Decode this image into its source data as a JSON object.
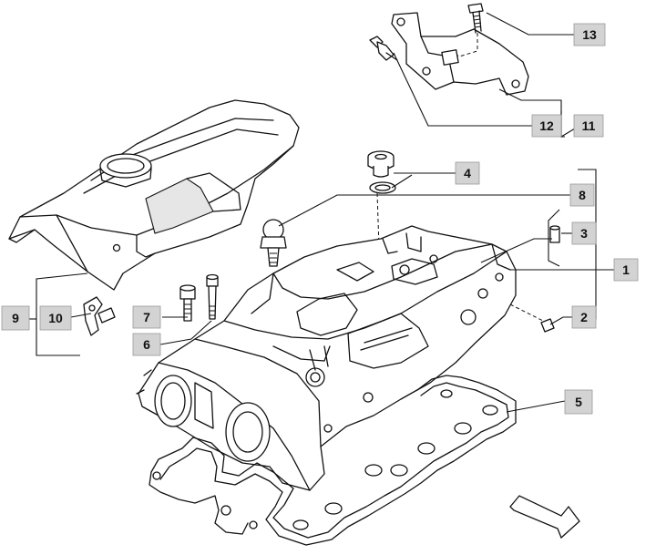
{
  "diagram": {
    "type": "exploded-parts-view",
    "callouts": [
      {
        "id": "c1",
        "label": "1"
      },
      {
        "id": "c2",
        "label": "2"
      },
      {
        "id": "c3",
        "label": "3"
      },
      {
        "id": "c4",
        "label": "4"
      },
      {
        "id": "c5",
        "label": "5"
      },
      {
        "id": "c6",
        "label": "6"
      },
      {
        "id": "c7",
        "label": "7"
      },
      {
        "id": "c8",
        "label": "8"
      },
      {
        "id": "c9",
        "label": "9"
      },
      {
        "id": "c10",
        "label": "10"
      },
      {
        "id": "c11",
        "label": "11"
      },
      {
        "id": "c12",
        "label": "12"
      },
      {
        "id": "c13",
        "label": "13"
      }
    ],
    "colors": {
      "line": "#111111",
      "callout_fill": "#d3d3d3",
      "background": "#ffffff"
    }
  }
}
